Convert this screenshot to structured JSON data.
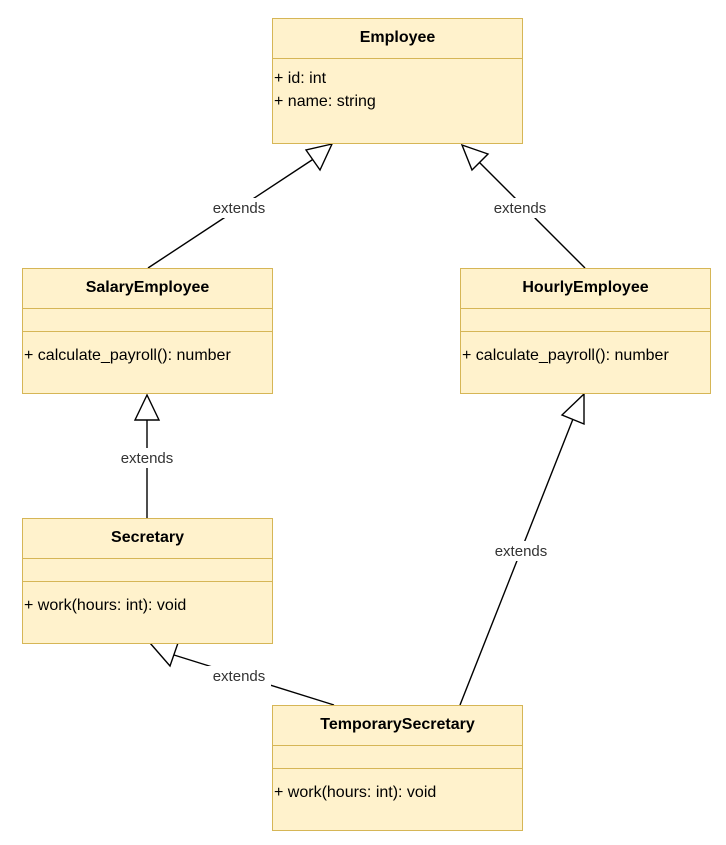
{
  "classes": {
    "employee": {
      "name": "Employee",
      "attributes": [
        "+ id: int",
        "+ name: string"
      ],
      "operations": []
    },
    "salary": {
      "name": "SalaryEmployee",
      "attributes": [],
      "operations": [
        "+ calculate_payroll(): number"
      ]
    },
    "hourly": {
      "name": "HourlyEmployee",
      "attributes": [],
      "operations": [
        "+ calculate_payroll(): number"
      ]
    },
    "secretary": {
      "name": "Secretary",
      "attributes": [],
      "operations": [
        "+ work(hours: int): void"
      ]
    },
    "temp": {
      "name": "TemporarySecretary",
      "attributes": [],
      "operations": [
        "+ work(hours: int): void"
      ]
    }
  },
  "edges": {
    "salary_to_employee": "extends",
    "hourly_to_employee": "extends",
    "secretary_to_salary": "extends",
    "temp_to_hourly": "extends",
    "temp_to_secretary": "extends"
  },
  "colors": {
    "fill": "#fff2cc",
    "stroke": "#d6b656"
  }
}
